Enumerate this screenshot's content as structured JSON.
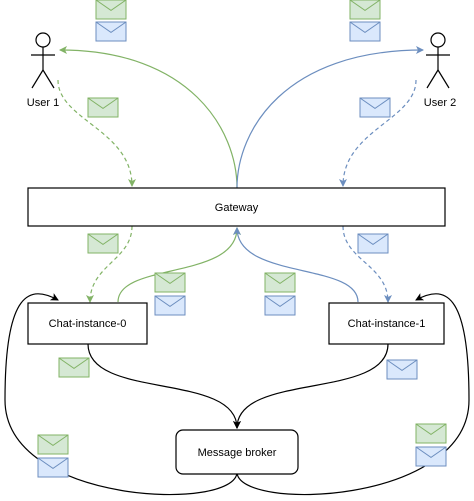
{
  "actors": {
    "user1": {
      "label": "User 1"
    },
    "user2": {
      "label": "User 2"
    }
  },
  "nodes": {
    "gateway": {
      "label": "Gateway"
    },
    "chat0": {
      "label": "Chat-instance-0"
    },
    "chat1": {
      "label": "Chat-instance-1"
    },
    "broker": {
      "label": "Message broker"
    }
  },
  "colors": {
    "green_line": "#82b366",
    "blue_line": "#6c8ebf",
    "green_fill": "#d5e8d4",
    "blue_fill": "#dae8fc",
    "stroke": "#000000"
  },
  "icons": {
    "message": "envelope-icon",
    "user": "stick-figure-icon"
  }
}
